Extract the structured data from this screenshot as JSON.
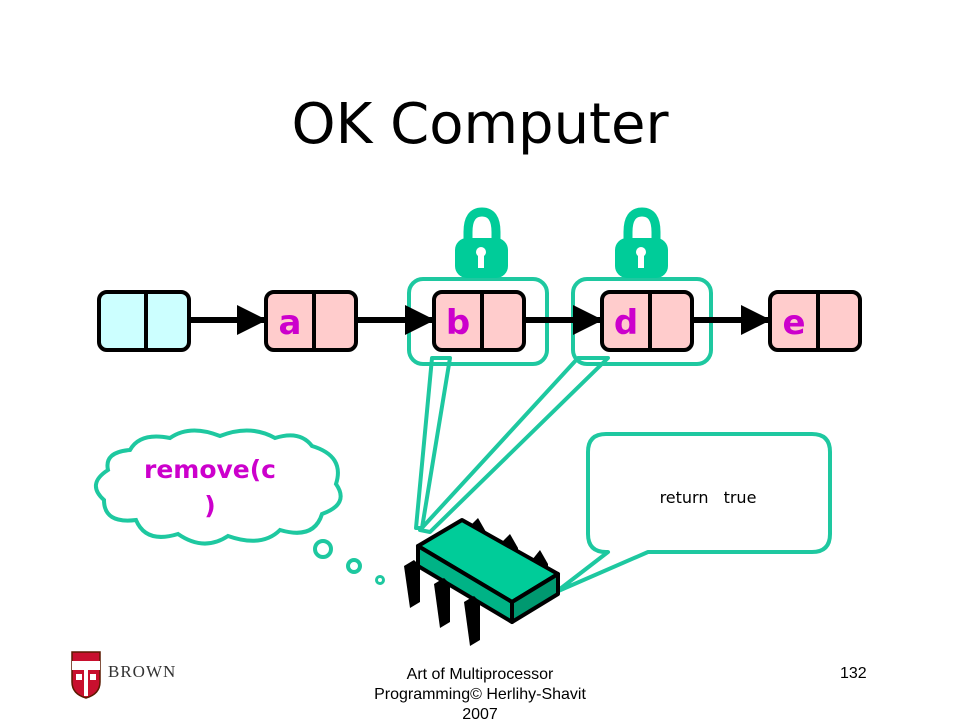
{
  "slide": {
    "title": "OK Computer",
    "footer": {
      "line1": "Art of Multiprocessor",
      "line2": "Programming© Herlihy-Shavit",
      "line3": "2007",
      "page_number": "132",
      "logo_text": "BROWN"
    }
  },
  "diagram": {
    "nodes": [
      {
        "id": "sentinel",
        "label": "",
        "fill": "#ccffff"
      },
      {
        "id": "a",
        "label": "a",
        "fill": "#ffcccc"
      },
      {
        "id": "b",
        "label": "b",
        "fill": "#ffcccc"
      },
      {
        "id": "d",
        "label": "d",
        "fill": "#ffcccc"
      },
      {
        "id": "e",
        "label": "e",
        "fill": "#ffcccc"
      }
    ],
    "locked_nodes": [
      "b",
      "d"
    ],
    "thought": {
      "line1": "remove(c",
      "line2": ")"
    },
    "speech": {
      "keyword": "return",
      "value": "true"
    },
    "colors": {
      "label": "#cc00cc",
      "highlight": "#1ec8a0",
      "chip": "#00cc99",
      "sentinel": "#ccffff",
      "node": "#ffcccc"
    }
  }
}
